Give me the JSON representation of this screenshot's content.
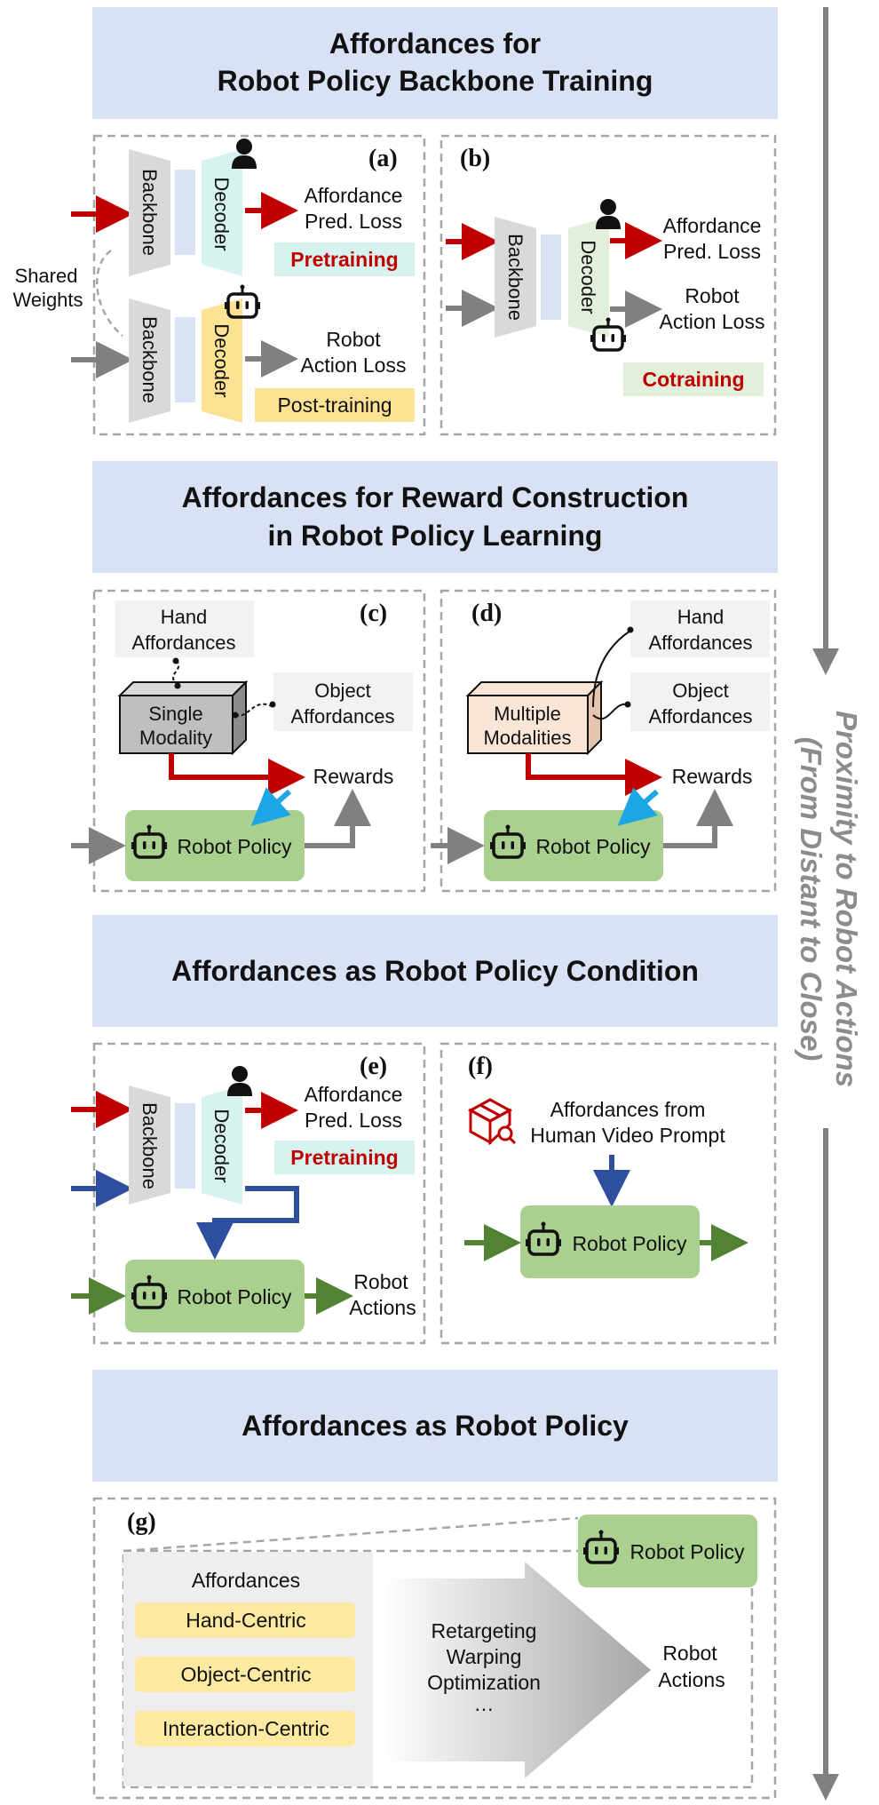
{
  "sections": [
    {
      "title_line1": "Affordances for",
      "title_line2": "Robot Policy Backbone Training"
    },
    {
      "title_line1": "Affordances for Reward Construction",
      "title_line2": "in Robot Policy Learning"
    },
    {
      "title": "Affordances as Robot Policy Condition"
    },
    {
      "title": "Affordances as Robot Policy"
    }
  ],
  "panel_labels": {
    "a": "(a)",
    "b": "(b)",
    "c": "(c)",
    "d": "(d)",
    "e": "(e)",
    "f": "(f)",
    "g": "(g)"
  },
  "common": {
    "backbone": "Backbone",
    "decoder": "Decoder",
    "affordance_loss_l1": "Affordance",
    "affordance_loss_l2": "Pred. Loss",
    "robot_action_loss_l1": "Robot",
    "robot_action_loss_l2": "Action Loss",
    "pretraining": "Pretraining",
    "post_training": "Post-training",
    "cotraining": "Cotraining",
    "shared_l1": "Shared",
    "shared_l2": "Weights",
    "robot_policy": "Robot Policy",
    "rewards": "Rewards",
    "hand_aff_l1": "Hand",
    "hand_aff_l2": "Affordances",
    "object_aff_l1": "Object",
    "object_aff_l2": "Affordances",
    "single_l1": "Single",
    "single_l2": "Modality",
    "multiple_l1": "Multiple",
    "multiple_l2": "Modalities",
    "robot_actions_l1": "Robot",
    "robot_actions_l2": "Actions",
    "human_video_l1": "Affordances from",
    "human_video_l2": "Human Video Prompt"
  },
  "panel_g": {
    "affordances": "Affordances",
    "items": [
      "Hand-Centric",
      "Object-Centric",
      "Interaction-Centric"
    ],
    "methods": [
      "Retargeting",
      "Warping",
      "Optimization",
      "…"
    ],
    "robot_actions_l1": "Robot",
    "robot_actions_l2": "Actions",
    "robot_policy": "Robot Policy"
  },
  "side_axis": {
    "line1": "Proximity to Robot Actions",
    "line2": "(From Distant to Close)"
  },
  "colors": {
    "header_bg": "#d9e1f4",
    "red": "#c00000",
    "gray": "#808080",
    "blue": "#2e4fa0",
    "green_arrow": "#548235",
    "cyan_arrow": "#1ca6e4",
    "decoder_cyan": "#d6f3f0",
    "decoder_yellow": "#fde293",
    "decoder_green": "#e2efda",
    "policy_green": "#a9d08e",
    "tag_yellow": "#fde9a0",
    "tag_cyan": "#d6f3f0",
    "tag_green": "#e2efda",
    "box_gray": "#bfbfbf",
    "box_peach": "#fbe5d6"
  },
  "icons": [
    "person-icon",
    "robot-icon",
    "box-search-icon"
  ]
}
